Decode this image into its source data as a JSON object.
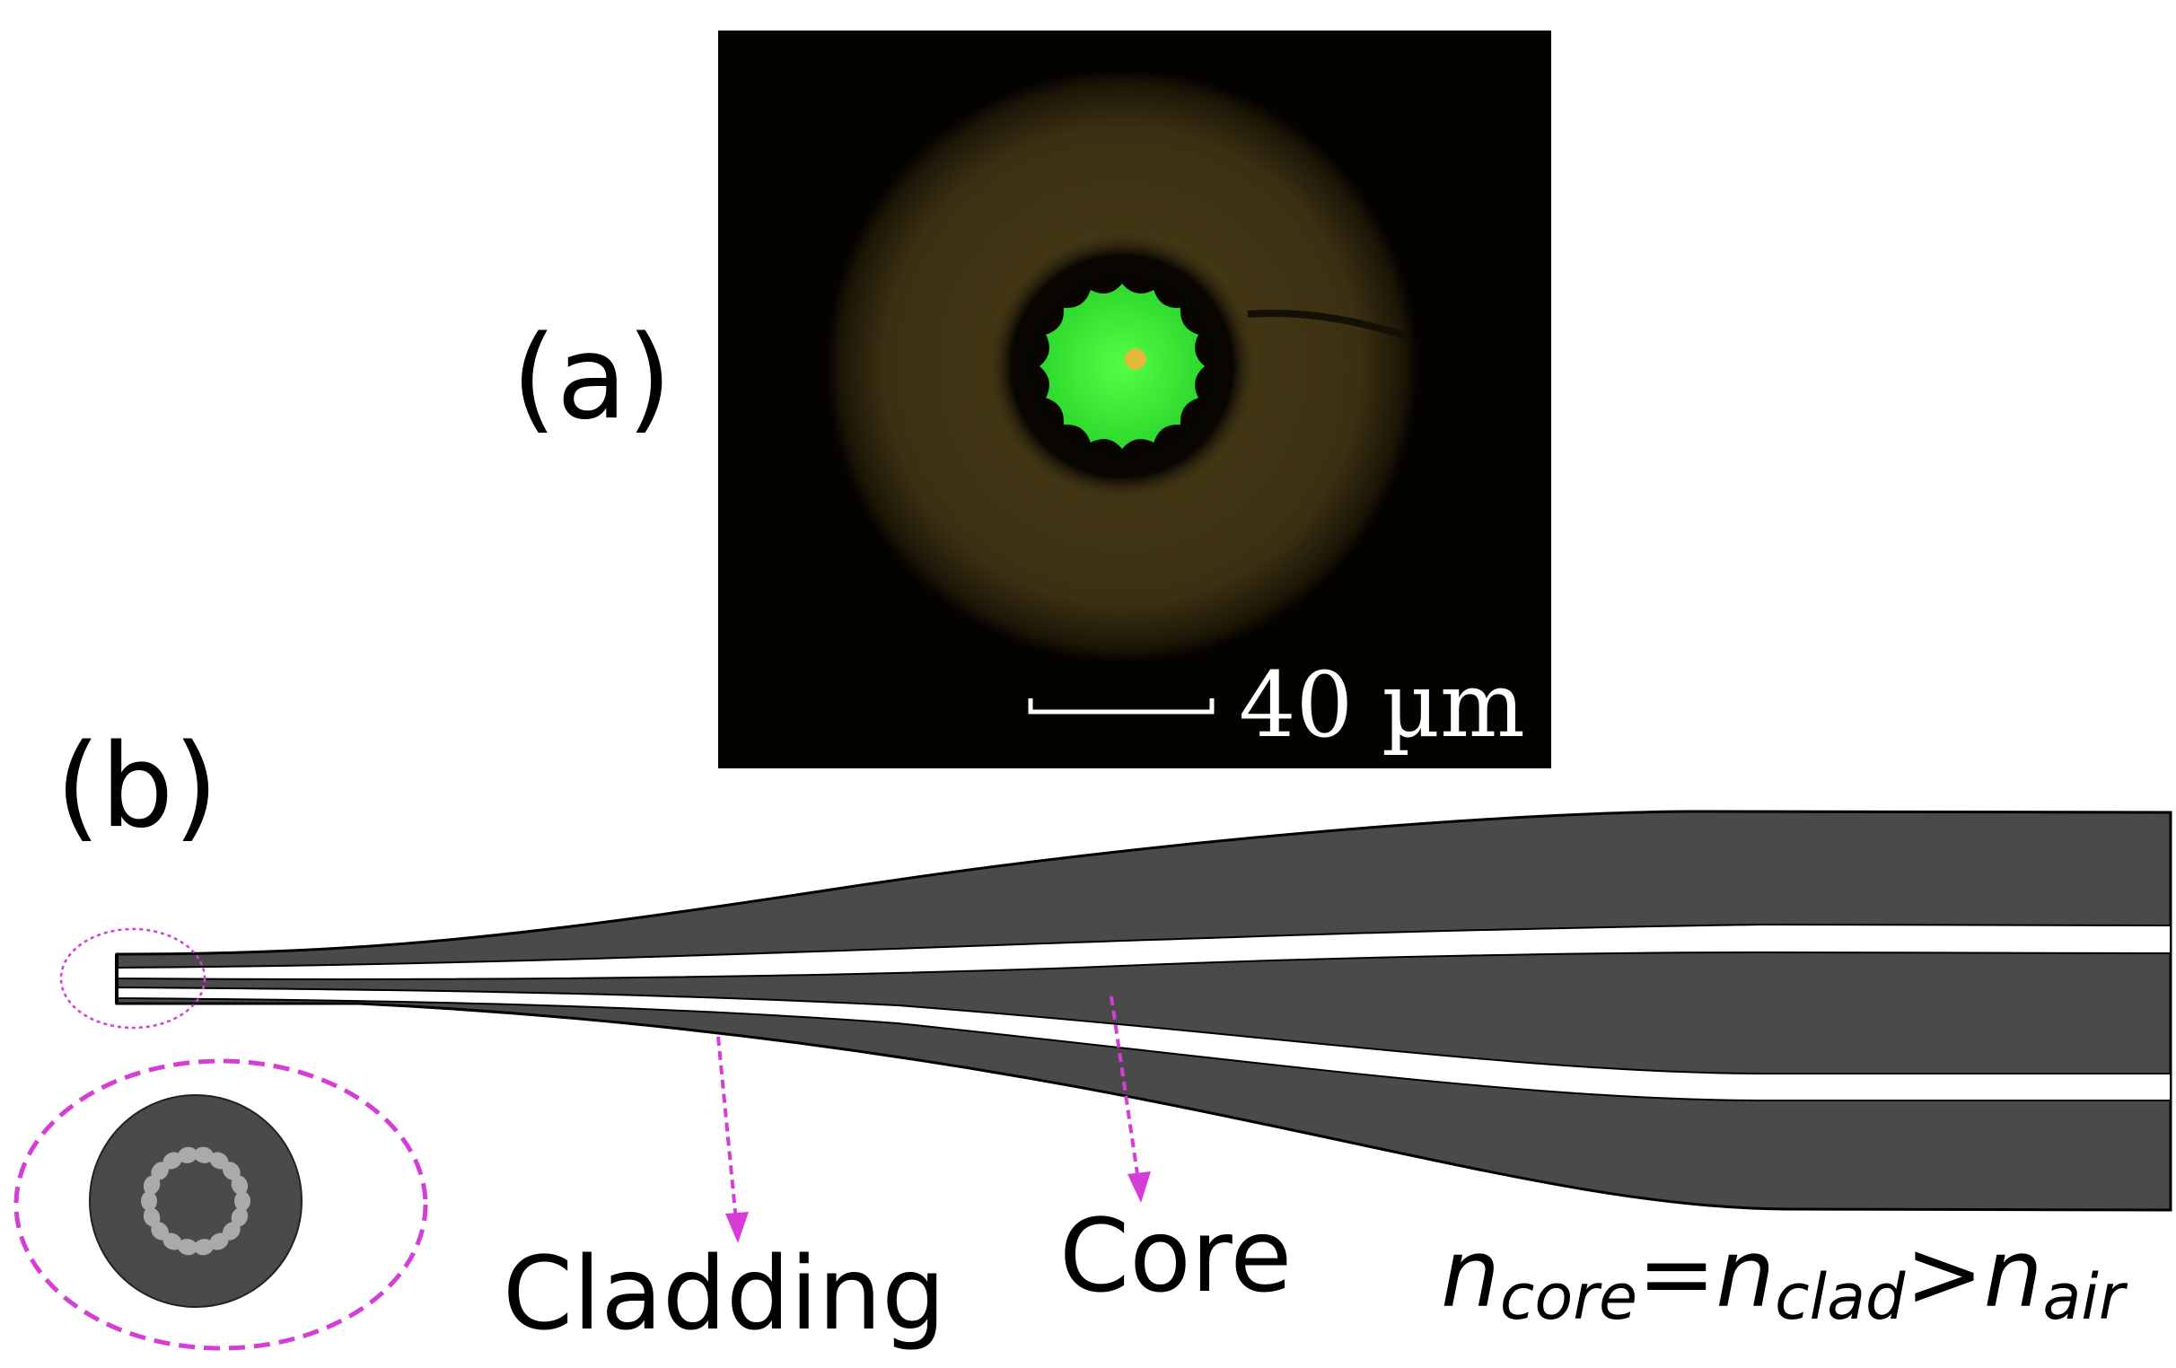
{
  "panel_a": {
    "label": "(a)",
    "scale_bar": {
      "text": "40 µm"
    }
  },
  "panel_b": {
    "label": "(b)",
    "labels": {
      "cladding": "Cladding",
      "core": "Core"
    },
    "equation": {
      "n1": "n",
      "sub1": "core",
      "eq": "=",
      "n2": "n",
      "sub2": "clad",
      "gt": ">",
      "n3": "n",
      "sub3": "air"
    }
  },
  "colors": {
    "fiber_gray": "#4a4a4a",
    "capillary_light_gray": "#aaaaaa",
    "callout_magenta": "#d63cd6",
    "micrograph_background": "#050300",
    "cladding_glow": "#3a2f10",
    "core_green": "#3ef53a"
  }
}
